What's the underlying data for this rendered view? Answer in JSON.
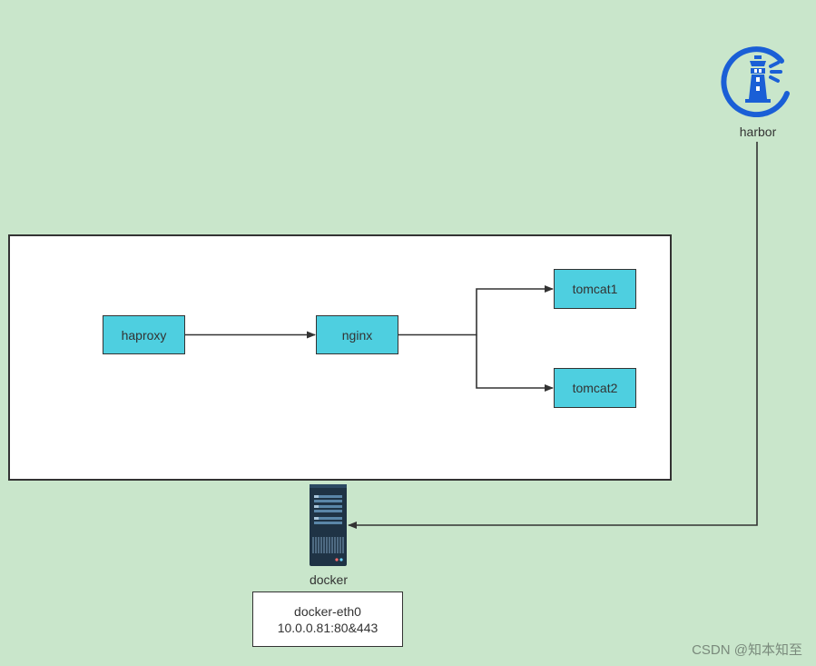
{
  "nodes": {
    "haproxy": "haproxy",
    "nginx": "nginx",
    "tomcat1": "tomcat1",
    "tomcat2": "tomcat2"
  },
  "harbor": {
    "label": "harbor",
    "icon": "lighthouse-icon"
  },
  "docker": {
    "label": "docker",
    "icon": "server-icon"
  },
  "docker_info": {
    "line1": "docker-eth0",
    "line2": "10.0.0.81:80&443"
  },
  "watermark": "CSDN @知本知至",
  "colors": {
    "background": "#c9e6cb",
    "node_fill": "#4ecfe0",
    "harbor_blue": "#1a5fd6",
    "server_dark": "#1f3345"
  },
  "connections": [
    {
      "from": "haproxy",
      "to": "nginx"
    },
    {
      "from": "nginx",
      "to": "tomcat1"
    },
    {
      "from": "nginx",
      "to": "tomcat2"
    },
    {
      "from": "harbor",
      "to": "docker"
    }
  ]
}
